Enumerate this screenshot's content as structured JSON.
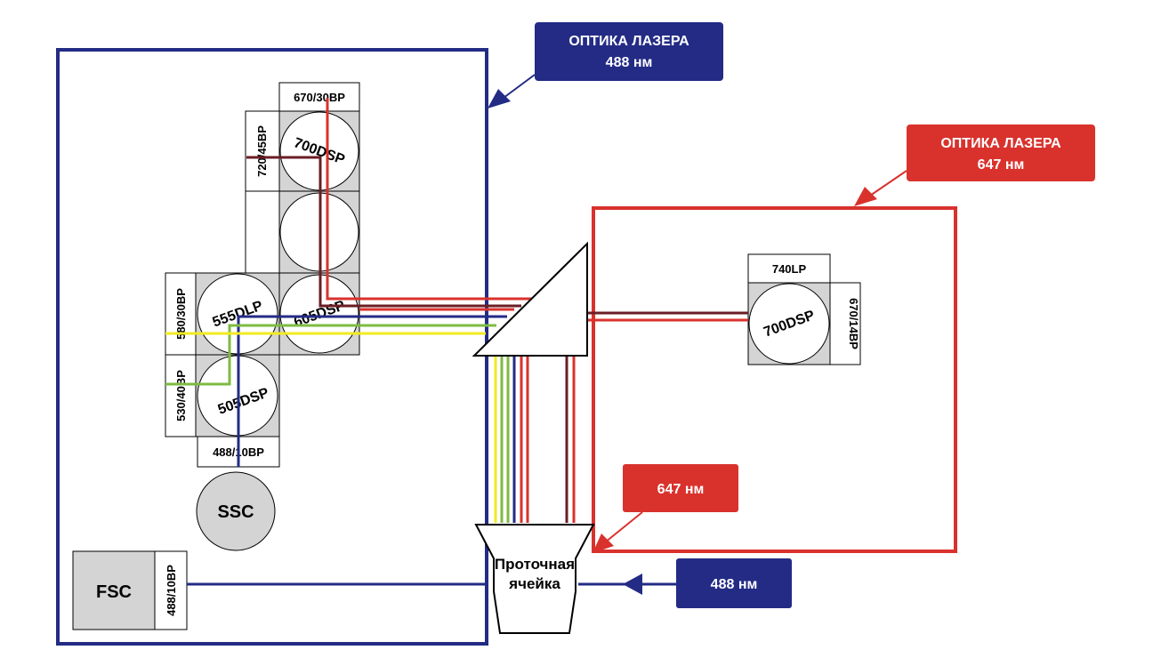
{
  "colors": {
    "blue": "#232b85",
    "red": "#d9322d",
    "darkred": "#6b1d24",
    "green": "#7dbb42",
    "yellow": "#f2ea21",
    "gray": "#d4d4d4",
    "white": "#ffffff"
  },
  "callouts": {
    "optics488_line1": "ОПТИКА ЛАЗЕРА",
    "optics488_line2": "488 нм",
    "optics647_line1": "ОПТИКА ЛАЗЕРА",
    "optics647_line2": "647 нм",
    "laser647": "647 нм",
    "laser488": "488 нм"
  },
  "filters": {
    "f670_30": "670/30BP",
    "f720_45": "720/45BP",
    "f580_30": "580/30BP",
    "f530_40": "530/40BP",
    "f488_10_ssc": "488/10BP",
    "f488_10_fsc": "488/10BP",
    "f740lp": "740LP",
    "f670_14": "670/14BP"
  },
  "mirrors": {
    "m700dsp": "700DSP",
    "m555dlp": "555DLP",
    "m605dsp": "605DSP",
    "m505dsp": "505DSP",
    "m700dsp_red": "700DSP"
  },
  "detectors": {
    "ssc": "SSC",
    "fsc": "FSC"
  },
  "flow_cell": {
    "line1": "Проточная",
    "line2": "ячейка"
  }
}
